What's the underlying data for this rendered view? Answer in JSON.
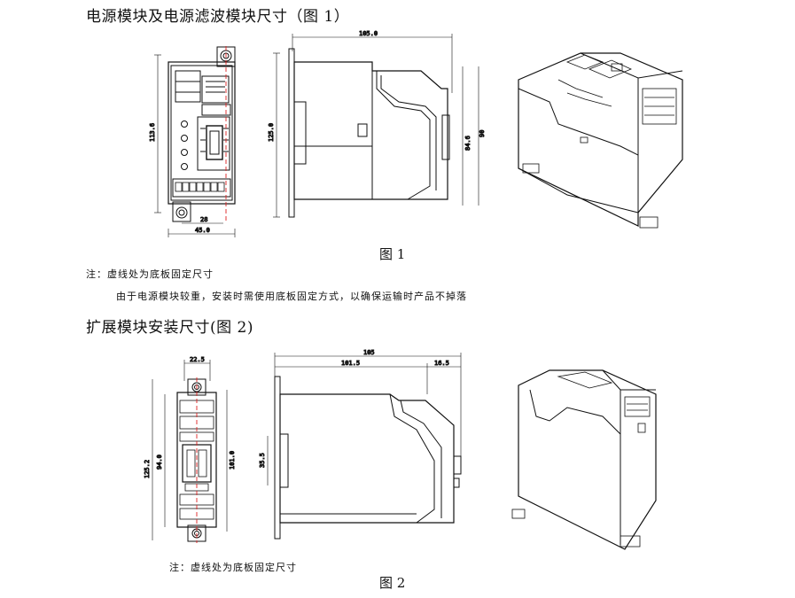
{
  "section1": {
    "title": "电源模块及电源滤波模块尺寸（图 1）",
    "figure_caption": "图 1",
    "note_label": "注：虚线处为底板固定尺寸",
    "note_detail": "由于电源模块较重，安装时需使用底板固定方式，以确保运输时产品不掉落",
    "dimensions": {
      "front_height": "113.6",
      "front_width": "45.0",
      "front_hole": "28",
      "side_width": "105.0",
      "side_height": "125.0",
      "side_inner": "84.6",
      "side_outer": "90"
    }
  },
  "section2": {
    "title": "扩展模块安装尺寸(图 2)",
    "figure_caption": "图 2",
    "note_label": "注：虚线处为底板固定尺寸",
    "dimensions": {
      "front_top": "22.5",
      "front_left_outer": "125.2",
      "front_left_inner": "94.0",
      "front_right": "101.0",
      "side_total": "105",
      "side_main": "101.5",
      "side_right": "16.5",
      "side_left": "35.5"
    }
  }
}
